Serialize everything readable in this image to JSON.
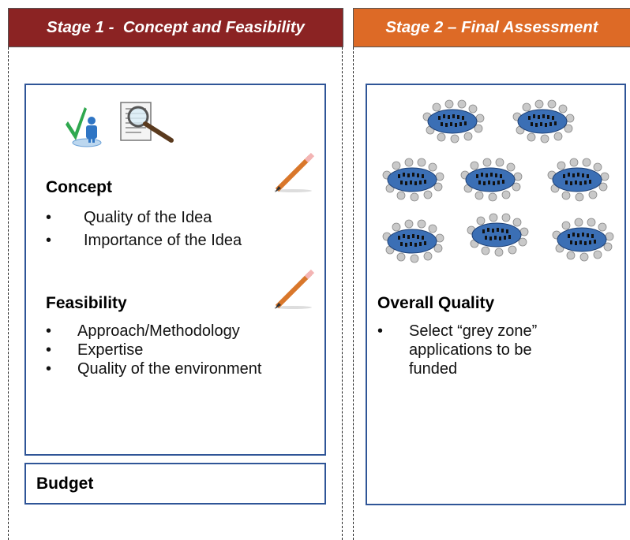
{
  "stage1": {
    "title": "Stage 1 -  Concept and Feasibility",
    "concept": {
      "heading": "Concept",
      "items": [
        "Quality of the Idea",
        "Importance of the Idea"
      ]
    },
    "feasibility": {
      "heading": "Feasibility",
      "items": [
        "Approach/Methodology",
        "Expertise",
        "Quality of the environment"
      ]
    },
    "budget": "Budget"
  },
  "stage2": {
    "title": "Stage 2 – Final Assessment",
    "overall": {
      "heading": "Overall Quality",
      "items": [
        "Select “grey zone” applications to be funded"
      ]
    }
  },
  "icons": {
    "checkmark_person": "checkmark-person-icon",
    "magnifier_document": "magnifier-document-icon",
    "pencil": "pencil-icon",
    "meeting_table": "meeting-table-icon"
  },
  "colors": {
    "stage1_header": "#8b2323",
    "stage2_header": "#dd6a26",
    "box_border": "#2f5597",
    "table_blue": "#3b6fb5"
  }
}
